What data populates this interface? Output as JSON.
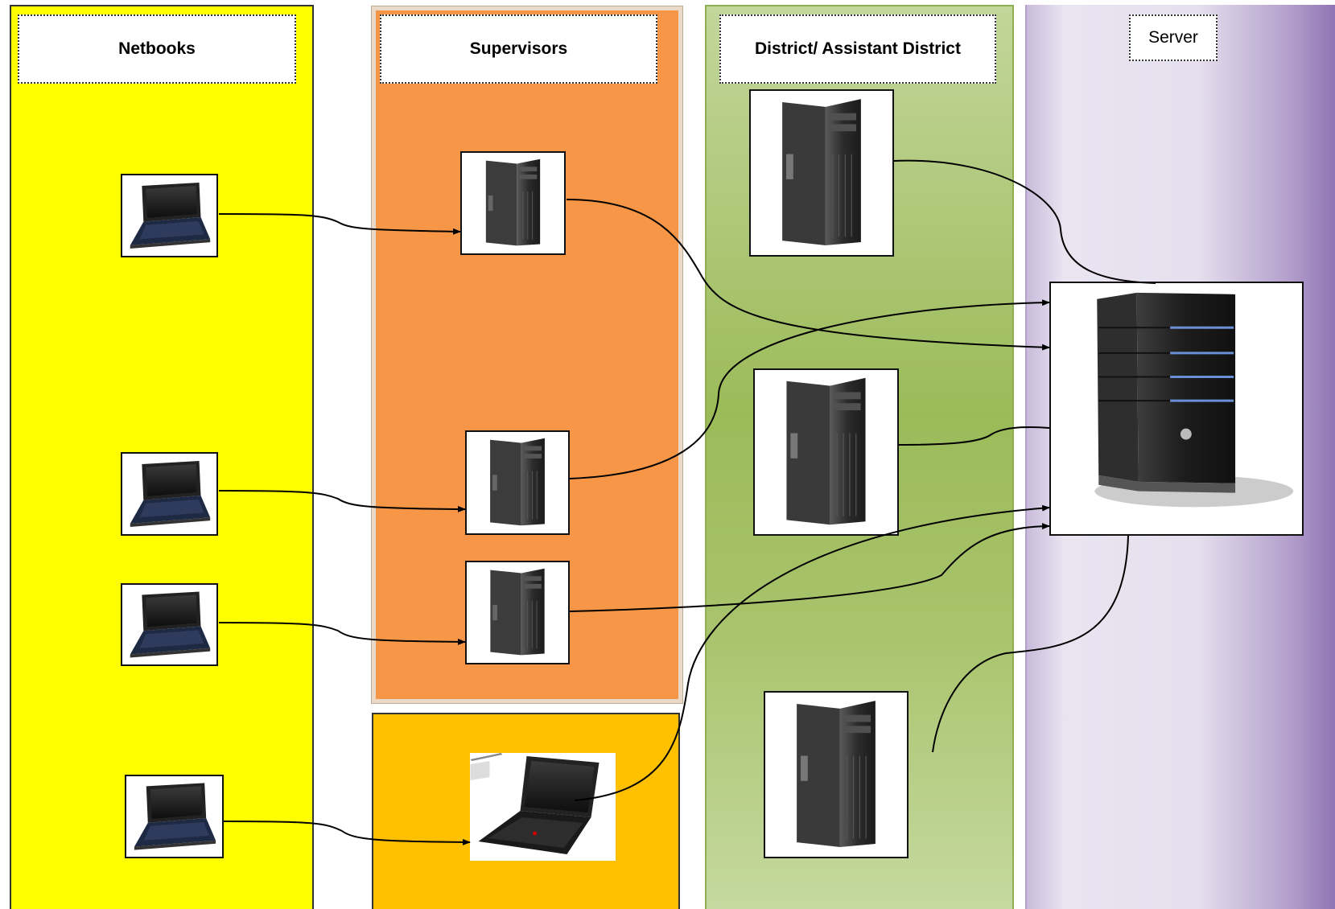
{
  "lanes": {
    "netbooks": {
      "title": "Netbooks"
    },
    "supervisors": {
      "title": "Supervisors"
    },
    "district": {
      "title": "District/ Assistant District"
    },
    "server": {
      "title": "Server"
    }
  },
  "colors": {
    "netbooks_lane": "#ffff00",
    "supervisors_lane": "#f79646",
    "laptop_lane": "#ffc000",
    "district_lane": "#9bbb59",
    "server_lane": "#b3a0cc",
    "connector": "#000000"
  },
  "icons": {
    "netbook": "netbook-icon",
    "desktop_tower": "desktop-tower-icon",
    "laptop": "laptop-icon",
    "server": "server-icon"
  }
}
